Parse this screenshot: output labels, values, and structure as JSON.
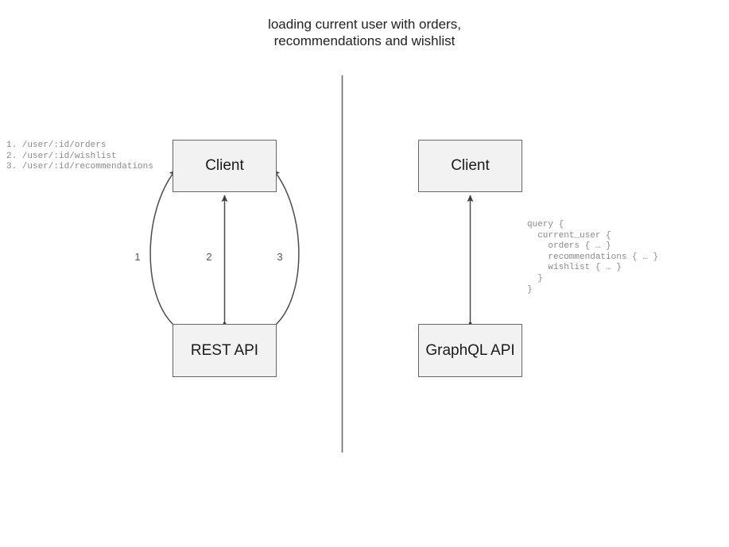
{
  "title": {
    "text": "loading current user with orders,\nrecommendations and wishlist"
  },
  "left_panel": {
    "name": "rest-approach",
    "client_box_label": "Client",
    "api_box_label": "REST API",
    "endpoints_text": "1. /user/:id/orders\n2. /user/:id/wishlist\n3. /user/:id/recommendations",
    "endpoints": [
      {
        "number": "1.",
        "path": "/user/:id/orders"
      },
      {
        "number": "2.",
        "path": "/user/:id/wishlist"
      },
      {
        "number": "3.",
        "path": "/user/:id/recommendations"
      }
    ],
    "edge_labels": [
      "1",
      "2",
      "3"
    ]
  },
  "right_panel": {
    "name": "graphql-approach",
    "client_box_label": "Client",
    "api_box_label": "GraphQL API",
    "query_text": "query {\n  current_user {\n    orders { … }\n    recommendations { … }\n    wishlist { … }\n  }\n}"
  },
  "style": {
    "box_fill": "#f2f2f2",
    "box_border": "#666666",
    "arrow_color": "#4d4d4d",
    "divider_color": "#666666",
    "annotation_color": "#8a8a8a",
    "title_color": "#222222",
    "background": "#ffffff"
  }
}
